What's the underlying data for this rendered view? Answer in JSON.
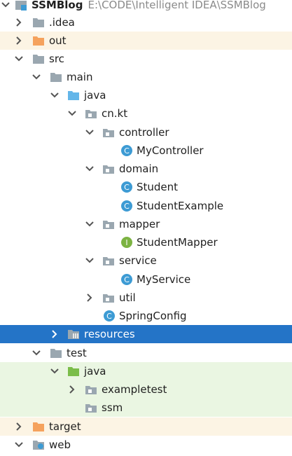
{
  "colors": {
    "selection": "#2474c7",
    "excluded_bg": "#fcf4e4",
    "test_bg": "#eaf6e2",
    "folder_gray": "#9aa7b0",
    "folder_orange": "#f5a25d",
    "folder_blue": "#64b6e9",
    "folder_green": "#7bbd4a",
    "class_blue": "#3d9bd4",
    "interface_green": "#7cb342"
  },
  "tree": {
    "root": {
      "name": "SSMBlog",
      "path": "E:\\CODE\\Intelligent IDEA\\SSMBlog",
      "icon": "module-icon"
    },
    "idea": {
      "label": ".idea",
      "icon": "folder-icon"
    },
    "out": {
      "label": "out",
      "icon": "excluded-folder-icon"
    },
    "src": {
      "label": "src",
      "icon": "folder-icon"
    },
    "main": {
      "label": "main",
      "icon": "folder-icon"
    },
    "java": {
      "label": "java",
      "icon": "source-folder-icon"
    },
    "cnkt": {
      "label": "cn.kt",
      "icon": "package-icon"
    },
    "controller": {
      "label": "controller",
      "icon": "package-icon"
    },
    "mycontroller": {
      "label": "MyController",
      "icon": "class-icon"
    },
    "domain": {
      "label": "domain",
      "icon": "package-icon"
    },
    "student": {
      "label": "Student",
      "icon": "class-icon"
    },
    "studentexample": {
      "label": "StudentExample",
      "icon": "class-icon"
    },
    "mapper": {
      "label": "mapper",
      "icon": "package-icon"
    },
    "studentmapper": {
      "label": "StudentMapper",
      "icon": "interface-icon"
    },
    "service": {
      "label": "service",
      "icon": "package-icon"
    },
    "myservice": {
      "label": "MyService",
      "icon": "class-icon"
    },
    "util": {
      "label": "util",
      "icon": "package-icon"
    },
    "springconfig": {
      "label": "SpringConfig",
      "icon": "class-icon"
    },
    "resources": {
      "label": "resources",
      "icon": "resources-folder-icon"
    },
    "test": {
      "label": "test",
      "icon": "folder-icon"
    },
    "testjava": {
      "label": "java",
      "icon": "test-source-folder-icon"
    },
    "exampletest": {
      "label": "exampletest",
      "icon": "package-icon"
    },
    "ssm": {
      "label": "ssm",
      "icon": "package-icon"
    },
    "target": {
      "label": "target",
      "icon": "excluded-folder-icon"
    },
    "web": {
      "label": "web",
      "icon": "web-folder-icon"
    }
  }
}
